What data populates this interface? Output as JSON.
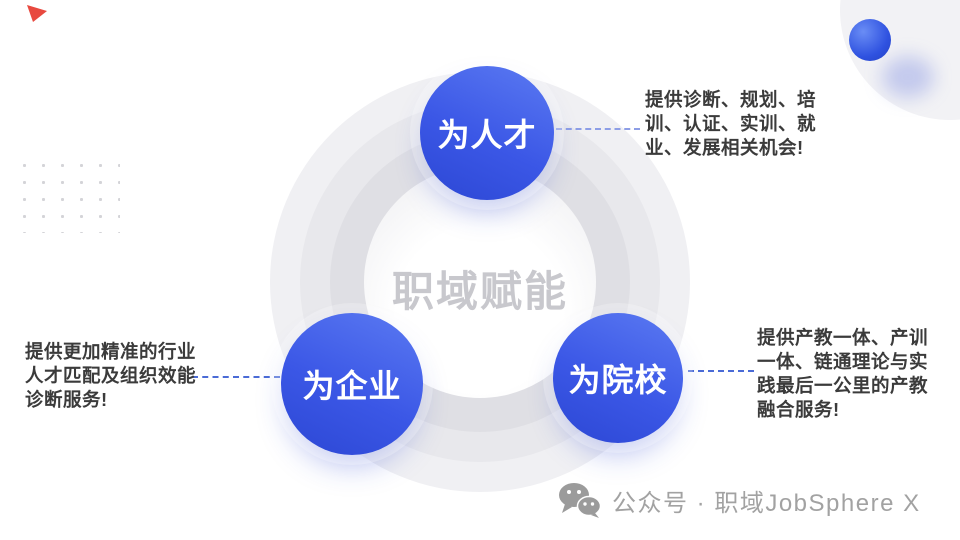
{
  "slide": {
    "center_title": "职域赋能",
    "hubs": {
      "talent": {
        "label": "为人才"
      },
      "enterprise": {
        "label": "为企业"
      },
      "college": {
        "label": "为院校"
      }
    },
    "annotations": {
      "talent": {
        "full": "提供诊断、规划、培训、认证、实训、就业、发展相关机会!",
        "lines": [
          "提供诊断、规划、培",
          "训、认证、实训、就",
          "业、发展相关机会!"
        ]
      },
      "enterprise": {
        "full": "提供更加精准的行业人才匹配及组织效能诊断服务!",
        "lines": [
          "提供更加精准的行业",
          "人才匹配及组织效能",
          "诊断服务!"
        ]
      },
      "college": {
        "full": "提供产教一体、产训一体、链通理论与实践最后一公里的产教融合服务!",
        "lines": [
          "提供产教一体、产训",
          "一体、链通理论与实",
          "践最后一公里的产教",
          "融合服务!"
        ]
      }
    },
    "footer": {
      "icon": "wechat-icon",
      "label": "公众号 · 职域JobSphere X"
    },
    "colors": {
      "hub_blue": "#3b57e6",
      "hub_blue_light": "#5b7af2",
      "hub_blue_dark": "#2c47d4",
      "dash_top": "#8d9ee6",
      "dash_side": "#4a6bd6",
      "text_dark": "#3b3b3b",
      "center_gray": "#c8c8cd",
      "footer_gray": "#a2a2a2",
      "ring_outer": "#f0f0f3",
      "ring_mid": "#e8e8ec",
      "ring_inner": "#dfdfe4",
      "dot_gray": "#d4d4d8",
      "corner_red": "#e8493f",
      "ball_blue": "#2f52e0",
      "corner_circle": "#f2f2f5"
    }
  }
}
